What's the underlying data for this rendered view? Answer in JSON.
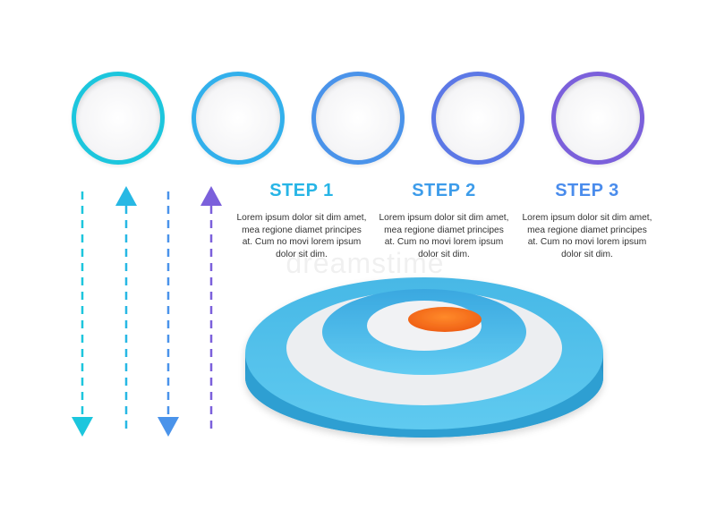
{
  "colors": {
    "cyan": "#1cc6dd",
    "sky": "#3fa8ee",
    "blue": "#4a8eec",
    "indigo": "#5c74e6",
    "violet": "#7a5fda",
    "target_ring": "#3ab4e0",
    "target_white": "#eef0f2",
    "bullseye": "#f26a1b"
  },
  "circles": [
    {
      "color": "#1cc6dd"
    },
    {
      "color": "#32b0ec"
    },
    {
      "color": "#4a93ea"
    },
    {
      "color": "#5c78e6"
    },
    {
      "color": "#7b60db"
    }
  ],
  "arrows": [
    {
      "direction": "down",
      "color": "#1cc6dd",
      "icon": "arrow-down-icon"
    },
    {
      "direction": "up",
      "color": "#27b8e4",
      "icon": "arrow-up-icon"
    },
    {
      "direction": "down",
      "color": "#4a93ea",
      "icon": "arrow-down-icon"
    },
    {
      "direction": "up",
      "color": "#7b60db",
      "icon": "arrow-up-icon"
    }
  ],
  "steps": [
    {
      "title": "STEP 1",
      "color": "#27b5e6",
      "body": "Lorem ipsum dolor sit dim amet, mea regione diamet principes at. Cum no movi lorem ipsum dolor sit dim."
    },
    {
      "title": "STEP 2",
      "color": "#3d9cea",
      "body": "Lorem ipsum dolor sit dim amet, mea regione diamet principes at. Cum no movi lorem ipsum dolor sit dim."
    },
    {
      "title": "STEP 3",
      "color": "#4a8cec",
      "body": "Lorem ipsum dolor sit dim amet, mea regione diamet principes at. Cum no movi lorem ipsum dolor sit dim."
    }
  ],
  "watermark": "dreamstime"
}
